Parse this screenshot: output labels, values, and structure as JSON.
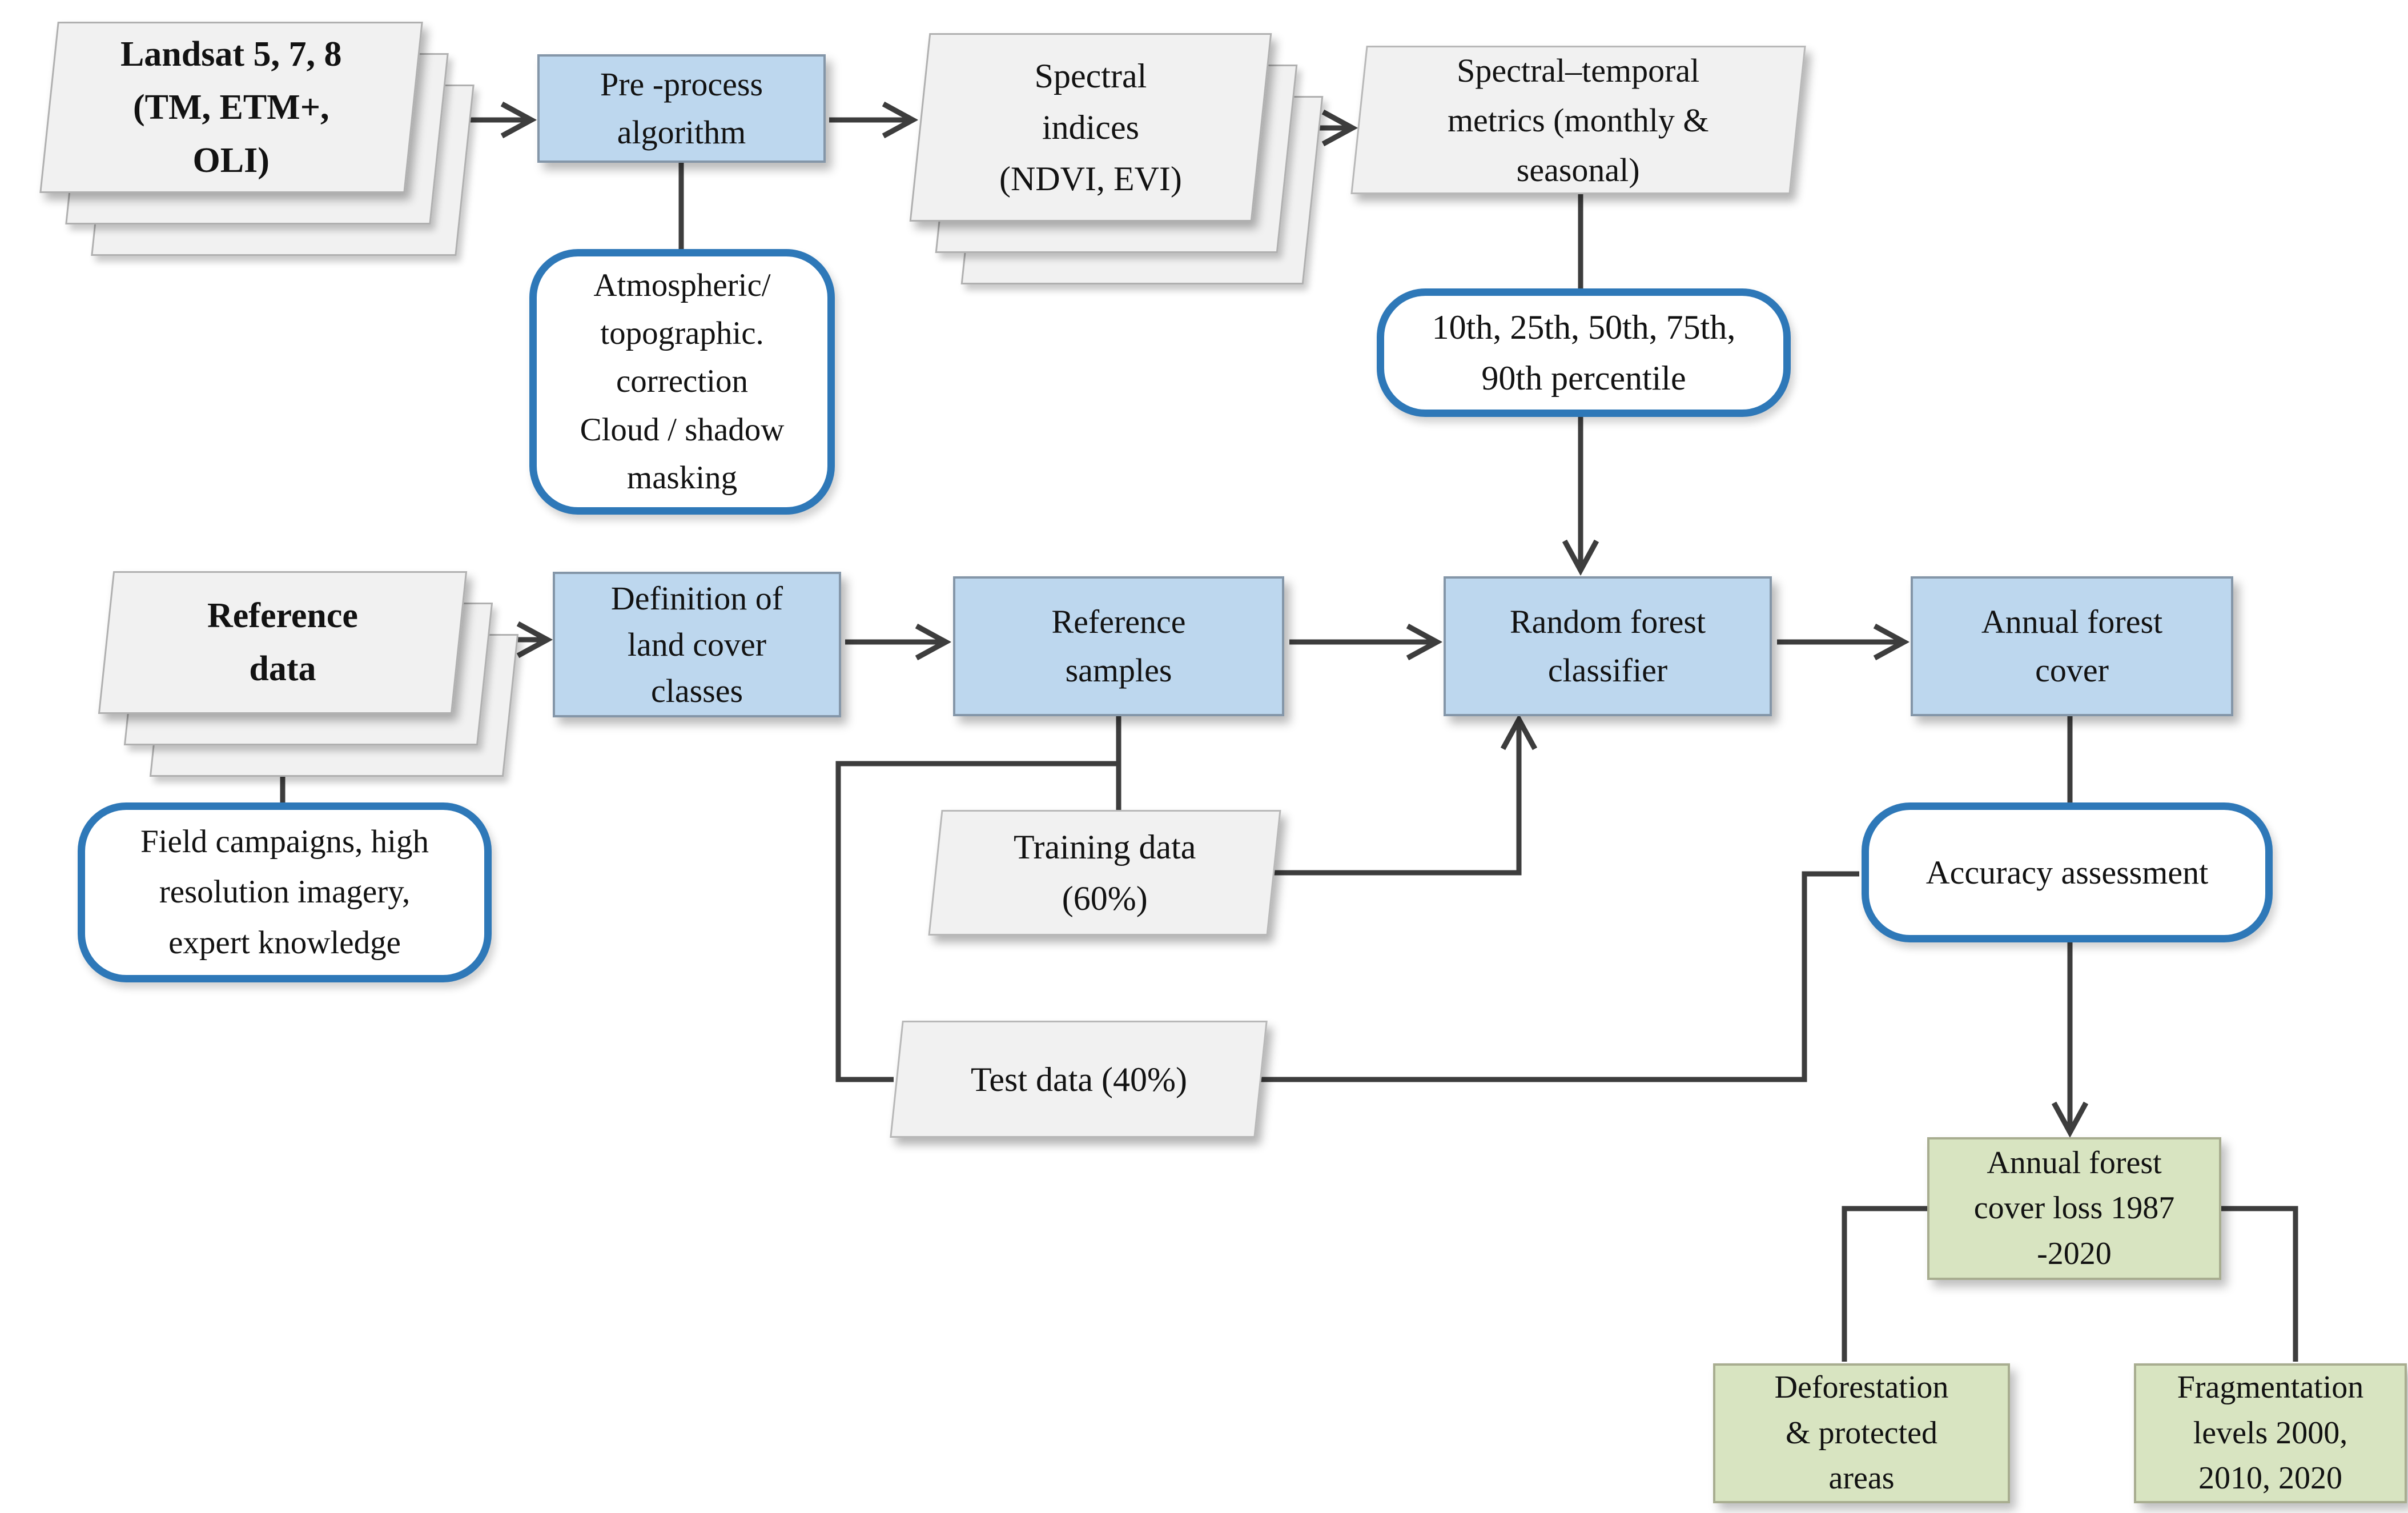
{
  "colors": {
    "process_fill": "#bdd7ee",
    "data_fill": "#f1f1f1",
    "output_fill": "#d8e4c1",
    "callout_border": "#2e78b8",
    "connector": "#3d3d3d"
  },
  "nodes": {
    "landsat": {
      "text": "Landsat 5, 7, 8\n(TM, ETM+,\nOLI)",
      "shape": "stacked-parallelogram",
      "fill": "#f1f1f1"
    },
    "preprocess": {
      "text": "Pre -process\nalgorithm",
      "shape": "rectangle",
      "fill": "#bdd7ee"
    },
    "spectral_indices": {
      "text": "Spectral\nindices\n(NDVI, EVI)",
      "shape": "stacked-parallelogram",
      "fill": "#f1f1f1"
    },
    "spectral_temporal": {
      "text": "Spectral–temporal\nmetrics (monthly &\nseasonal)",
      "shape": "parallelogram",
      "fill": "#f1f1f1"
    },
    "atmospheric": {
      "text": "Atmospheric/\ntopographic.\ncorrection\nCloud / shadow\nmasking",
      "shape": "rounded-outline",
      "fill": "#ffffff"
    },
    "percentiles": {
      "text": "10th, 25th, 50th, 75th,\n90th percentile",
      "shape": "rounded-outline",
      "fill": "#ffffff"
    },
    "reference_data": {
      "text": "Reference\ndata",
      "shape": "stacked-parallelogram",
      "fill": "#f1f1f1"
    },
    "field_sources": {
      "text": "Field campaigns, high\nresolution imagery,\nexpert knowledge",
      "shape": "rounded-outline",
      "fill": "#ffffff"
    },
    "definition": {
      "text": "Definition of\nland cover\nclasses",
      "shape": "rectangle",
      "fill": "#bdd7ee"
    },
    "reference_samples": {
      "text": "Reference\nsamples",
      "shape": "rectangle",
      "fill": "#bdd7ee"
    },
    "random_forest": {
      "text": "Random forest\nclassifier",
      "shape": "rectangle",
      "fill": "#bdd7ee"
    },
    "annual_forest_cover": {
      "text": "Annual forest\ncover",
      "shape": "rectangle",
      "fill": "#bdd7ee"
    },
    "training_data": {
      "text": "Training data\n(60%)",
      "shape": "parallelogram",
      "fill": "#f1f1f1"
    },
    "test_data": {
      "text": "Test data (40%)",
      "shape": "parallelogram",
      "fill": "#f1f1f1"
    },
    "accuracy_assessment": {
      "text": "Accuracy assessment",
      "shape": "rounded-outline",
      "fill": "#ffffff"
    },
    "annual_forest_cover_loss": {
      "text": "Annual forest\ncover loss 1987\n-2020",
      "shape": "rectangle",
      "fill": "#d8e4c1"
    },
    "deforestation_protected": {
      "text": "Deforestation\n& protected\nareas",
      "shape": "rectangle",
      "fill": "#d8e4c1"
    },
    "fragmentation_levels": {
      "text": "Fragmentation\nlevels 2000,\n2010, 2020",
      "shape": "rectangle",
      "fill": "#d8e4c1"
    }
  },
  "edges": [
    {
      "from": "landsat",
      "to": "preprocess",
      "arrow": true
    },
    {
      "from": "preprocess",
      "to": "spectral_indices",
      "arrow": true
    },
    {
      "from": "spectral_indices",
      "to": "spectral_temporal",
      "arrow": true
    },
    {
      "from": "preprocess",
      "to": "atmospheric",
      "arrow": false
    },
    {
      "from": "spectral_temporal",
      "to": "percentiles",
      "arrow": false
    },
    {
      "from": "percentiles",
      "to": "random_forest",
      "arrow": true
    },
    {
      "from": "reference_data",
      "to": "definition",
      "arrow": true
    },
    {
      "from": "reference_data",
      "to": "field_sources",
      "arrow": false
    },
    {
      "from": "definition",
      "to": "reference_samples",
      "arrow": true
    },
    {
      "from": "reference_samples",
      "to": "random_forest",
      "arrow": true
    },
    {
      "from": "random_forest",
      "to": "annual_forest_cover",
      "arrow": true
    },
    {
      "from": "reference_samples",
      "to": "training_data",
      "arrow": false
    },
    {
      "from": "reference_samples",
      "to": "test_data",
      "arrow": false
    },
    {
      "from": "training_data",
      "to": "random_forest",
      "arrow": true
    },
    {
      "from": "test_data",
      "to": "accuracy_assessment",
      "arrow": false
    },
    {
      "from": "annual_forest_cover",
      "to": "accuracy_assessment",
      "arrow": false
    },
    {
      "from": "accuracy_assessment",
      "to": "annual_forest_cover_loss",
      "arrow": true
    },
    {
      "from": "annual_forest_cover_loss",
      "to": "deforestation_protected",
      "arrow": false
    },
    {
      "from": "annual_forest_cover_loss",
      "to": "fragmentation_levels",
      "arrow": false
    }
  ]
}
